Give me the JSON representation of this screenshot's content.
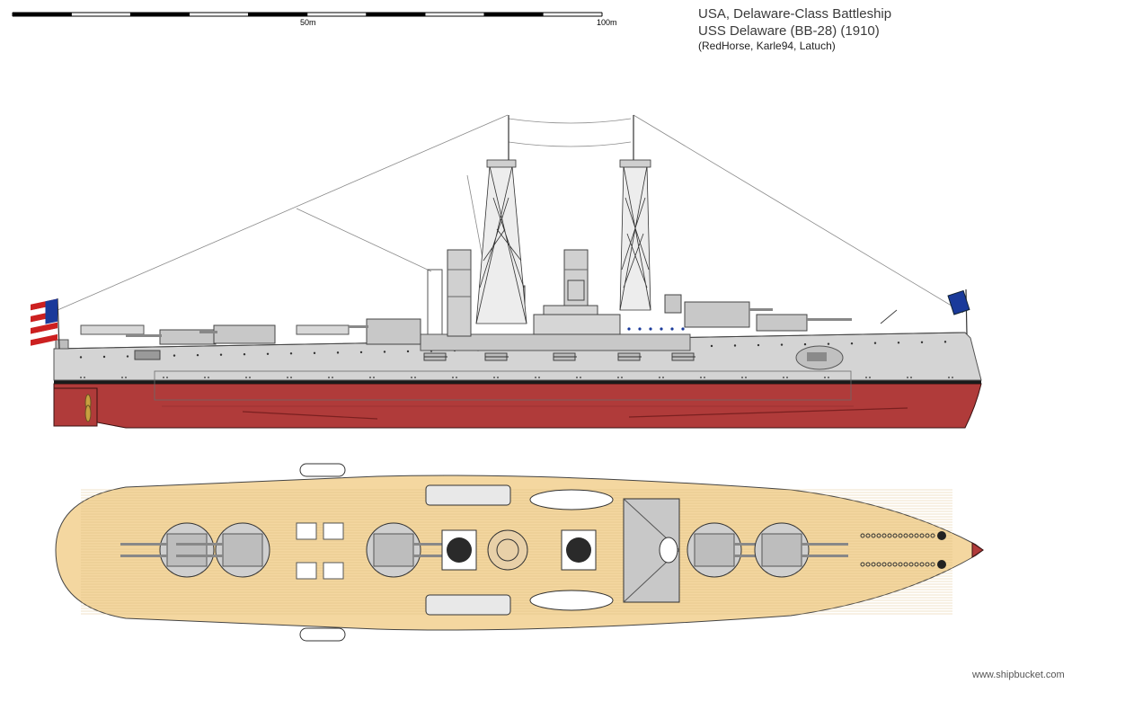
{
  "header": {
    "line1": "USA, Delaware-Class Battleship",
    "line2": "USS Delaware (BB-28) (1910)",
    "credits": "(RedHorse, Karle94, Latuch)"
  },
  "scale": {
    "label_mid": "50m",
    "label_end": "100m",
    "segment_colors": [
      "#000000",
      "#ffffff"
    ]
  },
  "footer": {
    "watermark": "www.shipbucket.com"
  },
  "colors": {
    "hull_gray": "#d4d4d4",
    "antifouling_red": "#b03b3a",
    "deck_wood": "#f4d7a0",
    "flag_red": "#cc2020",
    "flag_blue": "#1a3a9a"
  }
}
